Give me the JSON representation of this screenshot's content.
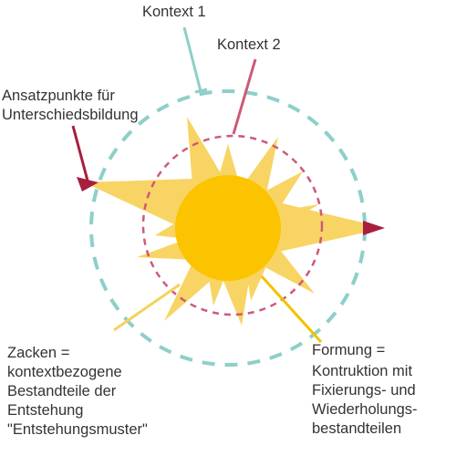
{
  "labels": {
    "context1": "Kontext 1",
    "context2": "Kontext 2",
    "starting_points": [
      "Ansatzpunkte für",
      "Unterschiedsbildung"
    ],
    "spikes": [
      "Zacken =",
      "kontextbezogene",
      "Bestandteile der",
      "Entstehung",
      "\"Entstehungsmuster\""
    ],
    "forming": [
      "Formung =",
      "Kontruktion mit",
      "Fixierungs- und",
      "Wiederholungs-",
      "bestandteilen"
    ]
  },
  "colors": {
    "context1": "#8ecfc9",
    "context2": "#cc5a78",
    "spike": "#f8d464",
    "core": "#fcc400",
    "tip": "#a81f3e",
    "spike_leader": "#f6d25a",
    "forming_leader": "#f2c200",
    "text": "#333333"
  }
}
